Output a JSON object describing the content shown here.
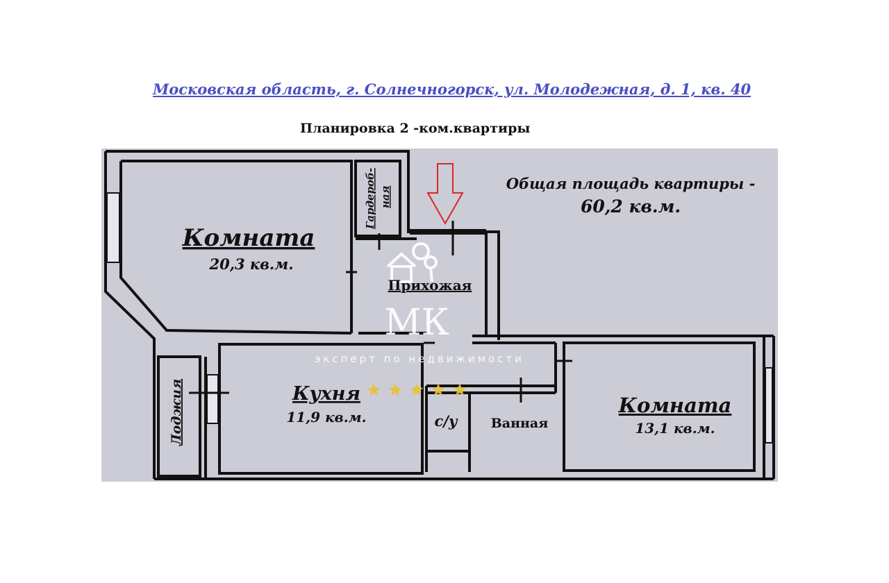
{
  "header": {
    "address": "Московская область,  г. Солнечногорск, ул. Молодежная, д. 1, кв. 40",
    "subtitle": "Планировка 2 -ком.квартиры"
  },
  "total_area": {
    "label": "Общая площадь квартиры -",
    "value": "60,2 кв.м."
  },
  "rooms": {
    "room_large": {
      "name": "Комната",
      "area": "20,3 кв.м."
    },
    "wardrobe": {
      "name_line1": "Гардероб-",
      "name_line2": "ная"
    },
    "hallway": {
      "name": "Прихожая"
    },
    "kitchen": {
      "name": "Кухня",
      "area": "11,9 кв.м."
    },
    "loggia": {
      "name": "Лоджия"
    },
    "wc": {
      "name": "с/у"
    },
    "bathroom": {
      "name": "Ванная"
    },
    "room_small": {
      "name": "Комната",
      "area": "13,1 кв.м."
    }
  },
  "watermark": {
    "logo_text": "МК",
    "tagline": "эксперт по недвижимости",
    "rating_stars": 5
  },
  "colors": {
    "address": "#4a4fc4",
    "plan_background": "#cbccd6",
    "walls": "#111111",
    "arrow": "#d9262a",
    "stars": "#e8c233"
  }
}
